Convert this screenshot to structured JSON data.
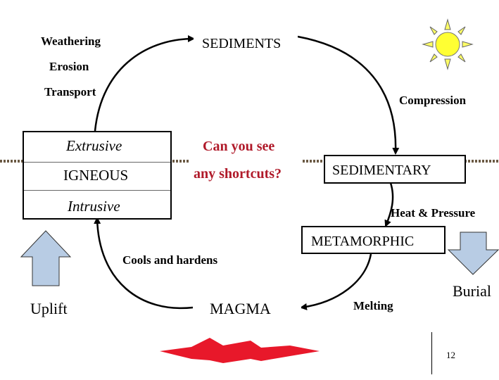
{
  "labels": {
    "weathering": "Weathering",
    "erosion": "Erosion",
    "transport": "Transport",
    "sediments": "SEDIMENTS",
    "compression": "Compression",
    "extrusive": "Extrusive",
    "igneous": "IGNEOUS",
    "intrusive": "Intrusive",
    "question_line1": "Can you see",
    "question_line2": "any shortcuts?",
    "sedimentary": "SEDIMENTARY",
    "heat_pressure": "Heat & Pressure",
    "metamorphic": "METAMORPHIC",
    "cools_hardens": "Cools and hardens",
    "uplift": "Uplift",
    "magma": "MAGMA",
    "melting": "Melting",
    "burial": "Burial",
    "page_number": "12"
  },
  "icons": {
    "sun": "sun-icon",
    "uplift_arrow": "up-arrow-icon",
    "burial_arrow": "down-arrow-icon",
    "fire": "burst-icon"
  },
  "colors": {
    "question_text": "#b01a2a",
    "sun_core": "#ffff33",
    "sun_rays": "#ffff66",
    "arrow_fill": "#b8cce4",
    "burst_fill": "#e8182a",
    "dotted_line": "#6b5a44"
  }
}
